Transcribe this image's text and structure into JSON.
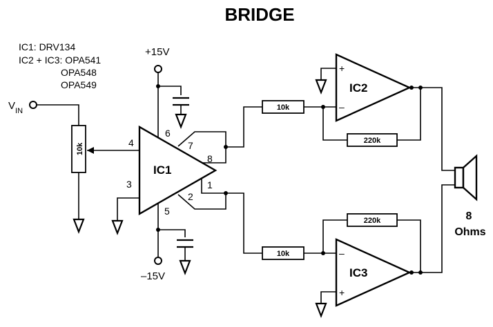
{
  "title": "BRIDGE",
  "parts_note": [
    "IC1: DRV134",
    "IC2 + IC3: OPA541",
    "OPA548",
    "OPA549"
  ],
  "supply": {
    "positive": "+15V",
    "negative": "–15V"
  },
  "input": {
    "label_main": "V",
    "label_sub": "IN"
  },
  "potentiometer": {
    "value": "10k"
  },
  "ic1": {
    "name": "IC1",
    "pins": {
      "p1": "1",
      "p2": "2",
      "p3": "3",
      "p4": "4",
      "p5": "5",
      "p6": "6",
      "p7": "7",
      "p8": "8"
    }
  },
  "ic2": {
    "name": "IC2",
    "minus": "–",
    "plus": "+"
  },
  "ic3": {
    "name": "IC3",
    "minus": "–",
    "plus": "+"
  },
  "resistors": {
    "r_in_top": "10k",
    "r_fb_top": "220k",
    "r_in_bottom": "10k",
    "r_fb_bottom": "220k"
  },
  "speaker": {
    "impedance": "8",
    "unit": "Ohms"
  }
}
